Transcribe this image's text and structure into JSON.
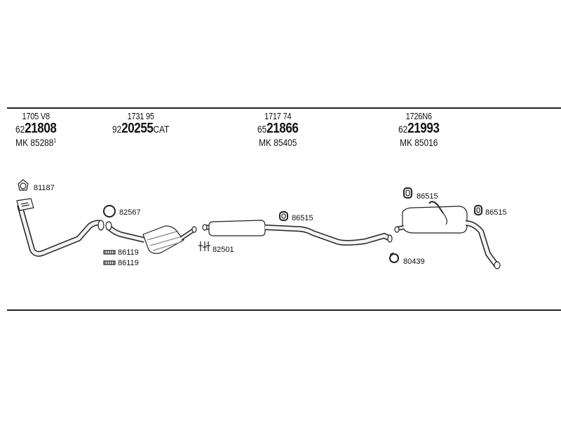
{
  "columns": [
    {
      "oem": "1705 V8",
      "prefix": "62",
      "number": "21808",
      "suffix": "",
      "mk": "MK  85288",
      "mk_sup": "1"
    },
    {
      "oem": "1731 95",
      "prefix": "92",
      "number": "20255",
      "suffix": "CAT",
      "mk": "",
      "mk_sup": ""
    },
    {
      "oem": "1717 74",
      "prefix": "65",
      "number": "21866",
      "suffix": "",
      "mk": "MK  85405",
      "mk_sup": ""
    },
    {
      "oem": "1726N6",
      "prefix": "62",
      "number": "21993",
      "suffix": "",
      "mk": "MK  85016",
      "mk_sup": ""
    }
  ],
  "labels": {
    "p81187": "81187",
    "p82567": "82567",
    "p86119a": "86119",
    "p86119b": "86119",
    "p82501": "82501",
    "p86515a": "86515",
    "p86515b": "86515",
    "p86515c": "86515",
    "p80439": "80439"
  }
}
